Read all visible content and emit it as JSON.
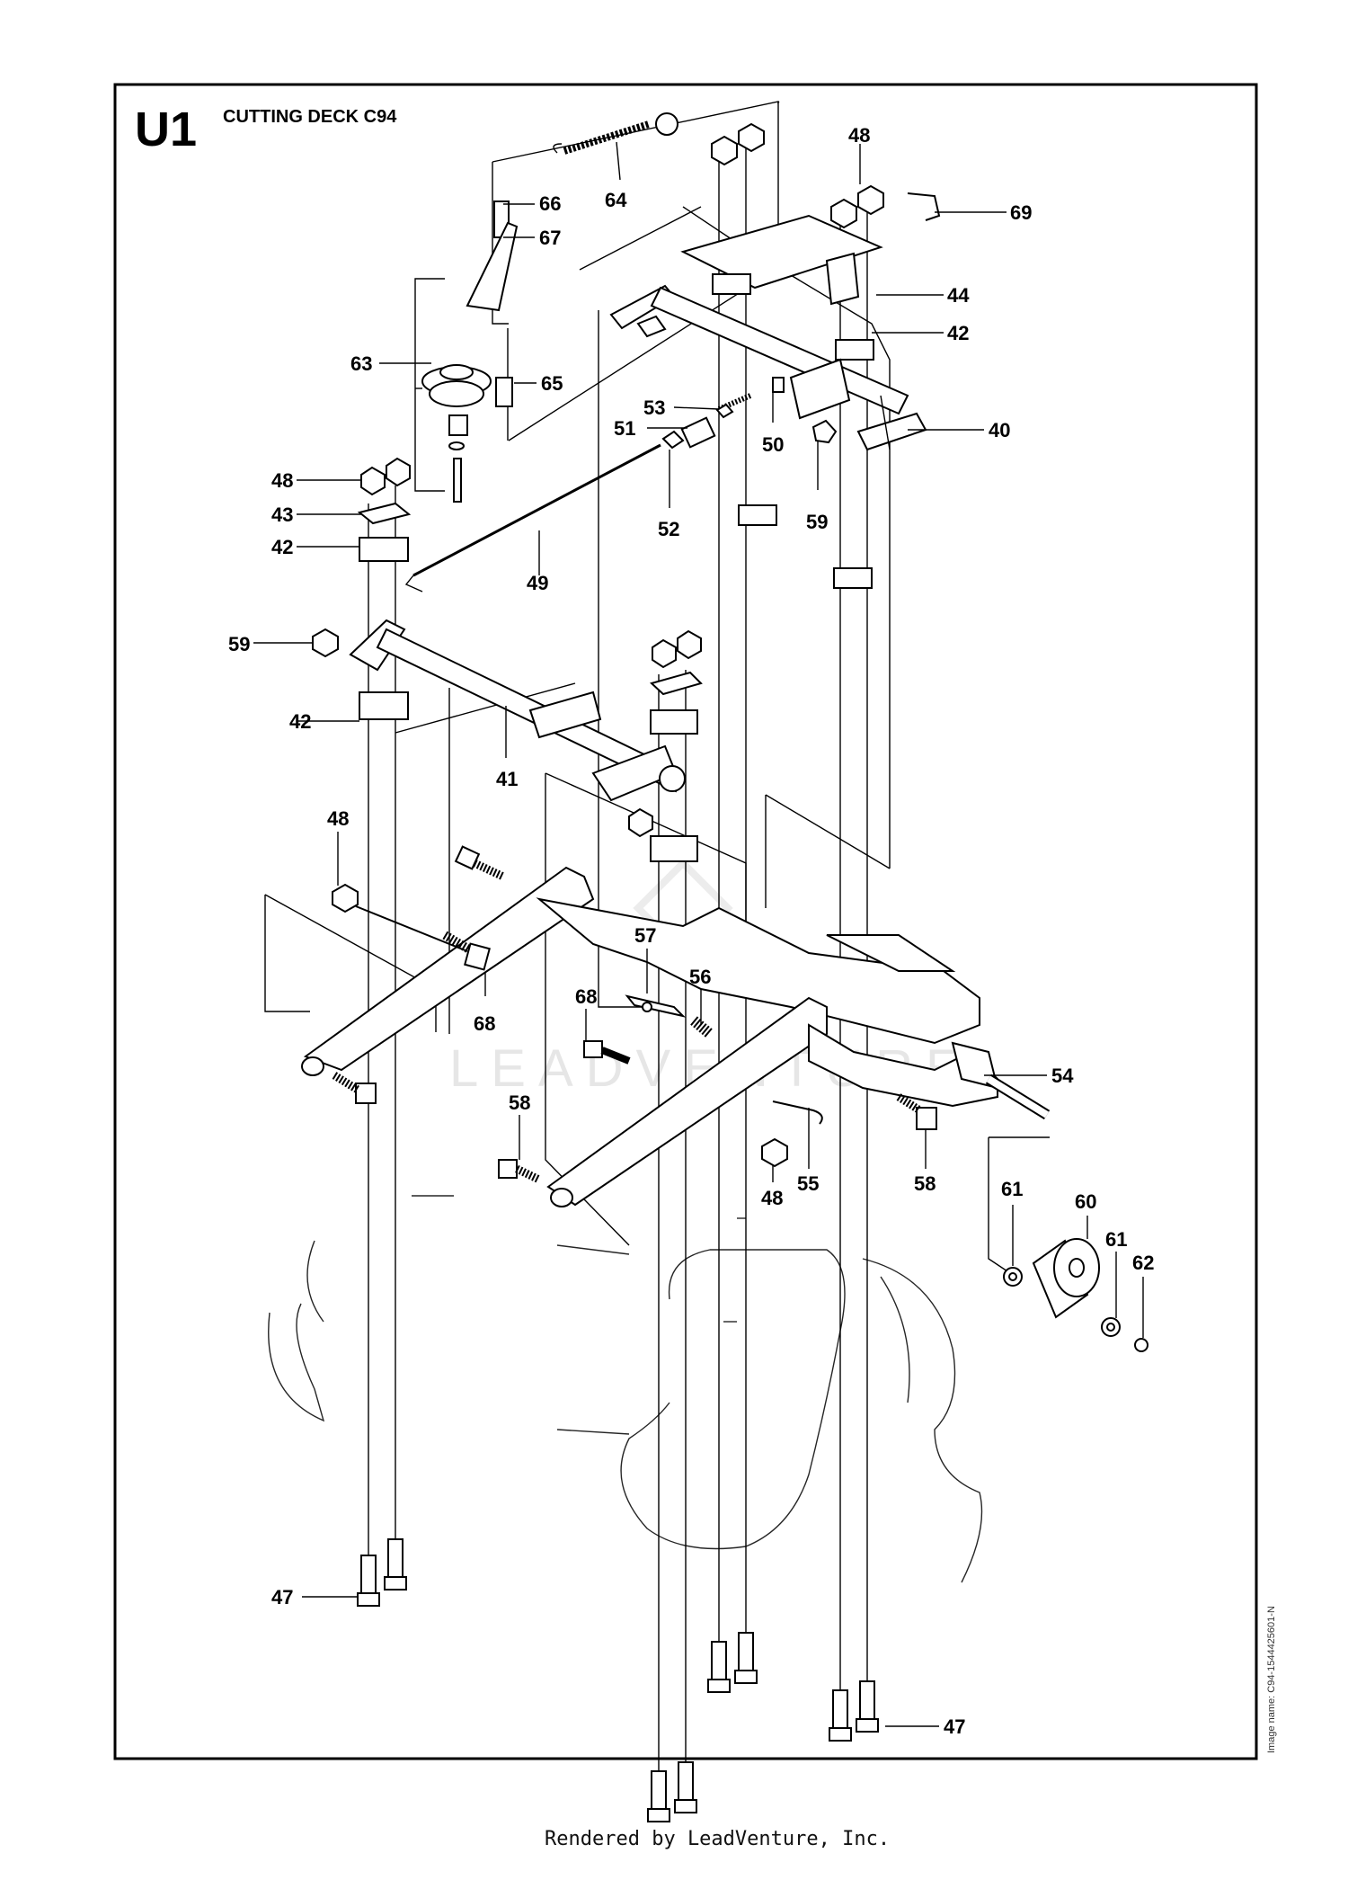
{
  "diagram": {
    "code": "U1",
    "title": "CUTTING DECK C94",
    "image_name": "Image name: C94-1544425601-N",
    "footer": "Rendered by LeadVenture, Inc.",
    "watermark": "LEADVENTURE"
  },
  "callouts": {
    "c64": "64",
    "c66": "66",
    "c67": "67",
    "c63": "63",
    "c65": "65",
    "c48a": "48",
    "c69": "69",
    "c44": "44",
    "c42a": "42",
    "c40": "40",
    "c53": "53",
    "c51": "51",
    "c50": "50",
    "c52": "52",
    "c59a": "59",
    "c48b": "48",
    "c43": "43",
    "c42b": "42",
    "c49": "49",
    "c59b": "59",
    "c42c": "42",
    "c41": "41",
    "c48c": "48",
    "c57": "57",
    "c56": "56",
    "c68a": "68",
    "c68b": "68",
    "c54": "54",
    "c58a": "58",
    "c58b": "58",
    "c48d": "48",
    "c55": "55",
    "c61a": "61",
    "c60": "60",
    "c61b": "61",
    "c62": "62",
    "c47a": "47",
    "c47b": "47"
  }
}
